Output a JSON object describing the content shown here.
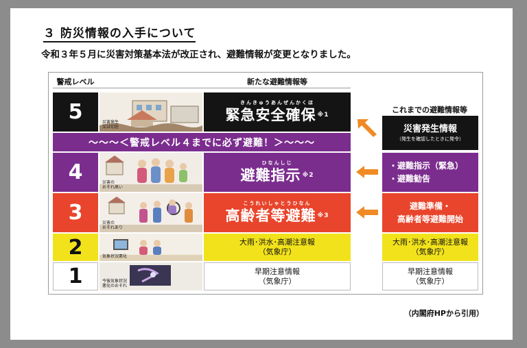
{
  "heading": {
    "title": "３ 防災情報の入手について",
    "subtitle": "令和３年５月に災害対策基本法が改正され、避難情報が変更となりました。"
  },
  "table": {
    "level_header": "警戒レベル",
    "new_header": "新たな避難情報等",
    "old_header": "これまでの避難情報等",
    "banner": "〜〜〜＜警戒レベル４までに必ず避難！＞〜〜〜",
    "levels": [
      {
        "level": "5",
        "ruby": "きんきゅうあんぜんかくほ",
        "info": "緊急安全確保",
        "note": "※1",
        "caption": "災害発生\n又は切迫"
      },
      {
        "level": "4",
        "ruby": "ひなんしじ",
        "info": "避難指示",
        "note": "※2",
        "caption": "災害の\nおそれ高い"
      },
      {
        "level": "3",
        "ruby": "こうれいしゃとうひなん",
        "info": "高齢者等避難",
        "note": "※3",
        "caption": "災害の\nおそれあり"
      },
      {
        "level": "2",
        "info_line1": "大雨･洪水･高潮注意報",
        "info_line2": "（気象庁）",
        "caption": "気象状況悪化"
      },
      {
        "level": "1",
        "info_line1": "早期注意情報",
        "info_line2": "（気象庁）",
        "caption": "今後気象状況\n悪化のおそれ"
      }
    ],
    "old": {
      "l5_line1": "災害発生情報",
      "l5_line2": "（発生を確認したときに発令）",
      "l4_line1": "・避難指示（緊急）",
      "l4_line2": "・避難勧告",
      "l3_line1": "避難準備・",
      "l3_line2": "高齢者等避難開始",
      "l2_line1": "大雨･洪水･高潮注意報",
      "l2_line2": "（気象庁）",
      "l1_line1": "早期注意情報",
      "l1_line2": "（気象庁）"
    }
  },
  "source": "（内閣府HPから引用）",
  "colors": {
    "level5": "#141414",
    "level4": "#7b2d8e",
    "level3": "#e8452c",
    "level2": "#f2e21b",
    "level1": "#ffffff",
    "arrow": "#f08a24"
  }
}
